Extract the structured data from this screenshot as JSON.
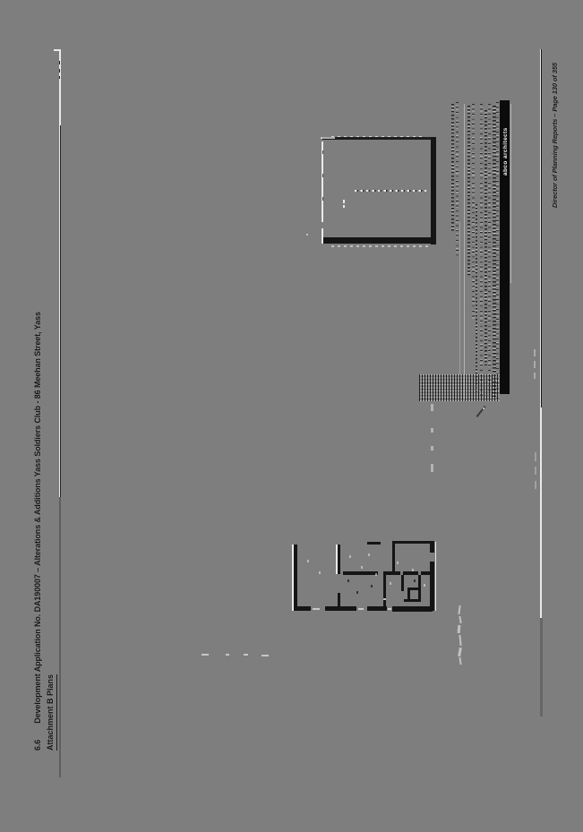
{
  "colors": {
    "background": "#7e7e7e",
    "ink": "#161616",
    "highlight": "#ededed",
    "logo_bar": "#0c0c0c"
  },
  "heading": {
    "section_no": "6.6",
    "title": "Development Application No. DA190007 – Alterations & Additions Yass Soldiers Club - 86 Meehan Street, Yass",
    "attachment_label": "Attachment B Plans"
  },
  "footer": {
    "text": "Director of Planning Reports – Page 130 of 355"
  },
  "title_block": {
    "logo_text": "abco architects"
  }
}
